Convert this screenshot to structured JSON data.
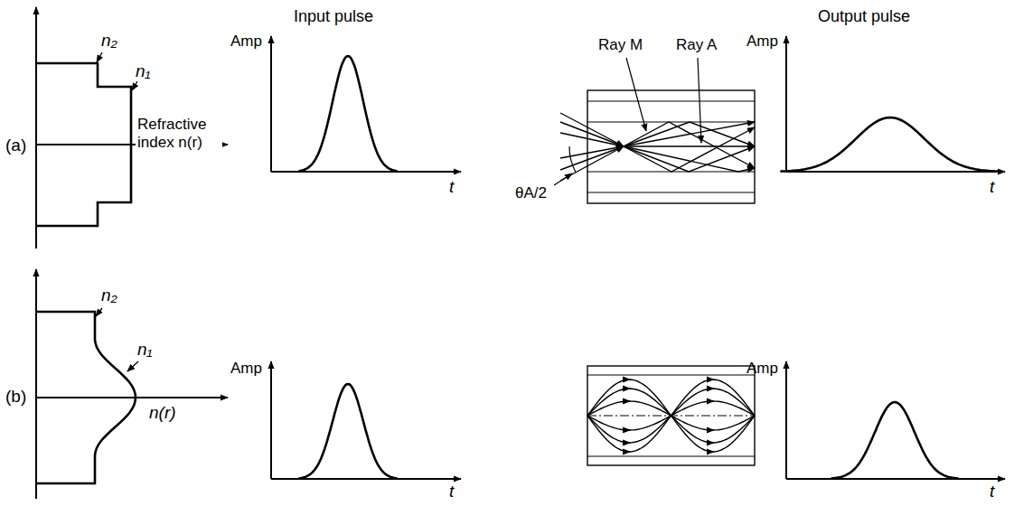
{
  "diagram": {
    "labels": [
      "(a)",
      "n₂",
      "n₁",
      "Refractive index n(r)",
      "Input pulse",
      "Amp",
      "t",
      "Ray M",
      "Ray A",
      "θA/2",
      "Output pulse",
      "Amp",
      "t",
      "(b)",
      "n₂",
      "n₁",
      "n(r)",
      "Amp",
      "t",
      "Amp",
      "t"
    ]
  }
}
